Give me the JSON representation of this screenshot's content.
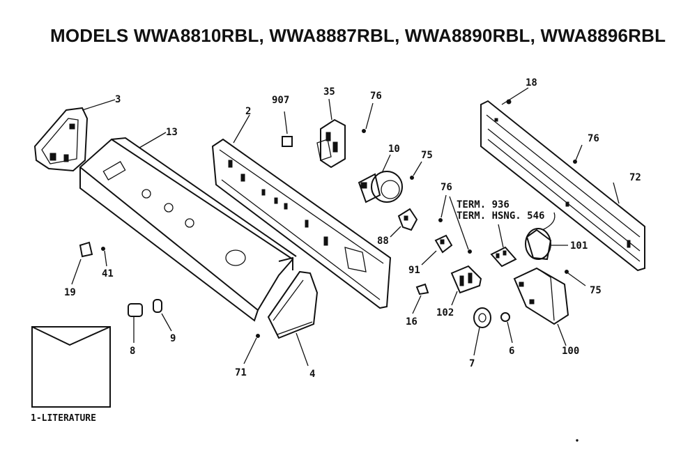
{
  "title": "MODELS WWA8810RBL, WWA8887RBL, WWA8890RBL, WWA8896RBL",
  "parts": {
    "p3": "3",
    "p13": "13",
    "p907": "907",
    "p35": "35",
    "p76a": "76",
    "p2": "2",
    "p10": "10",
    "p75a": "75",
    "p76b": "76",
    "p18": "18",
    "p76c": "76",
    "p72": "72",
    "p19": "19",
    "p41": "41",
    "p88": "88",
    "p91": "91",
    "p101": "101",
    "p75b": "75",
    "p16": "16",
    "p102": "102",
    "p8": "8",
    "p9": "9",
    "p71": "71",
    "p4": "4",
    "p7": "7",
    "p6": "6",
    "p100": "100"
  },
  "term_936": "TERM. 936",
  "term_hsng": "TERM. HSNG. 546",
  "literature": "1-LITERATURE"
}
